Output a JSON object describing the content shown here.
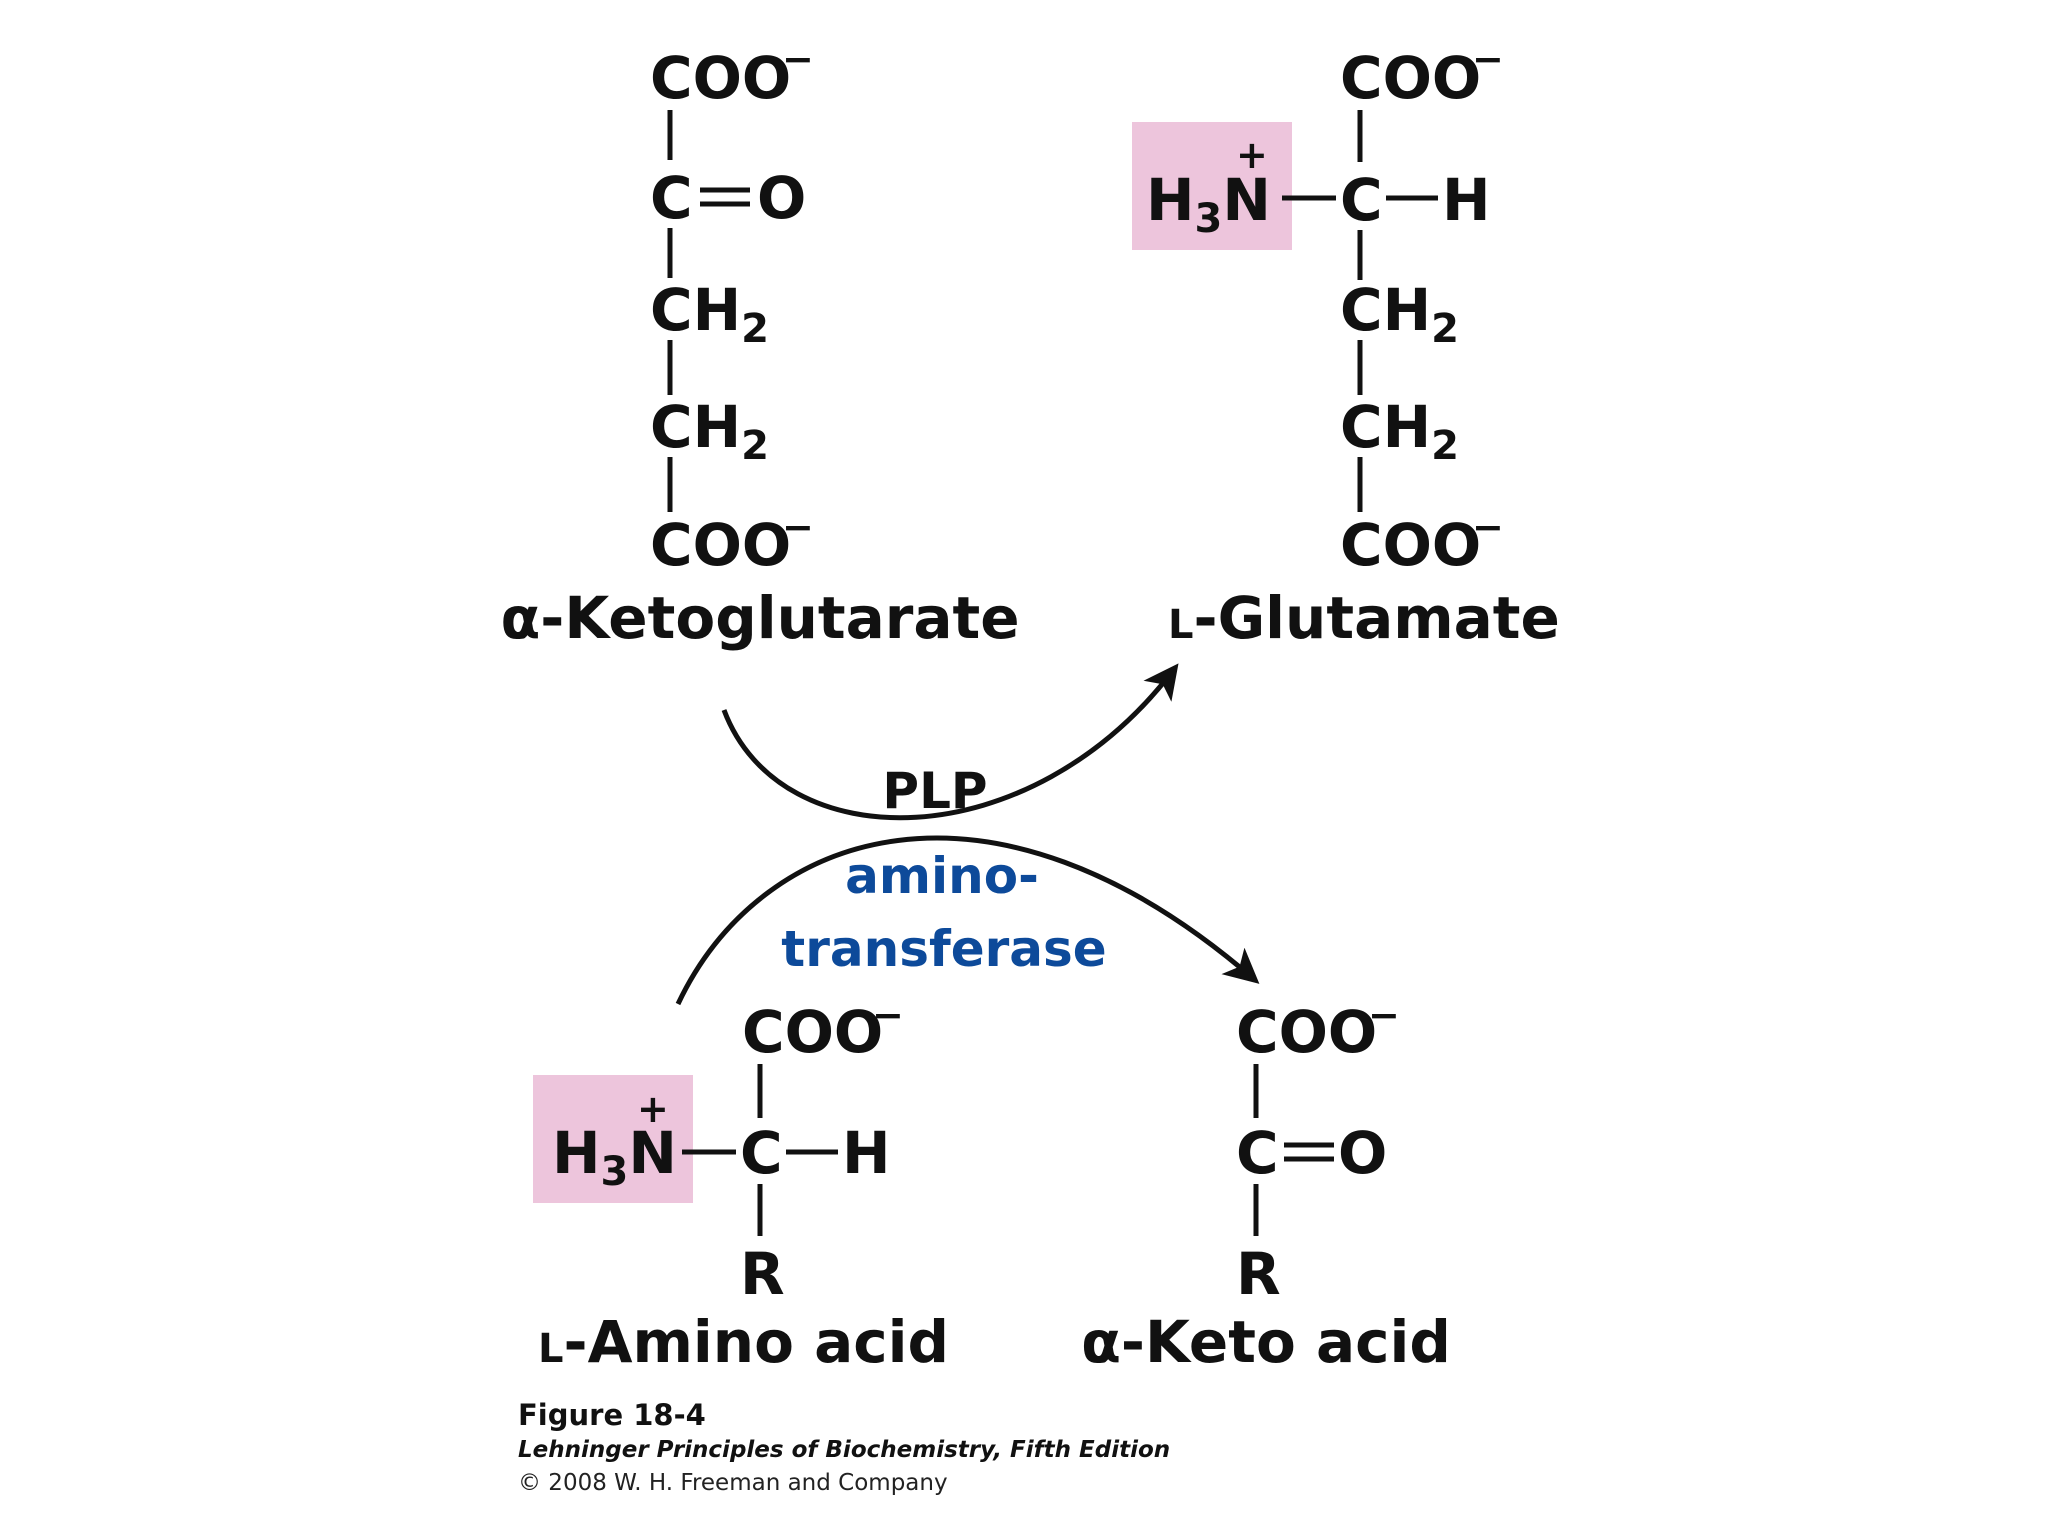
{
  "colors": {
    "highlight": "#edc5dc",
    "enzyme_text": "#0d4a9a",
    "text": "#111111"
  },
  "molecules": {
    "ketoglutarate": {
      "top": "COO",
      "carbonyl_c": "C",
      "carbonyl_o": "O",
      "ch2_a": "CH",
      "ch2_b": "CH",
      "bottom": "COO",
      "name": "α-Ketoglutarate"
    },
    "glutamate": {
      "top": "COO",
      "amine_h": "H",
      "amine_n": "N",
      "alpha_c": "C",
      "alpha_h": "H",
      "ch2_a": "CH",
      "ch2_b": "CH",
      "bottom": "COO",
      "name_prefix": "L",
      "name_rest": "-Glutamate"
    },
    "amino_acid": {
      "top": "COO",
      "amine_h": "H",
      "amine_n": "N",
      "alpha_c": "C",
      "alpha_h": "H",
      "r_group": "R",
      "name_prefix": "L",
      "name_rest": "-Amino  acid"
    },
    "keto_acid": {
      "top": "COO",
      "carbonyl_c": "C",
      "carbonyl_o": "O",
      "r_group": "R",
      "name": "α-Keto acid"
    }
  },
  "reaction": {
    "cofactor": "PLP",
    "enzyme_line1": "amino-",
    "enzyme_line2": "transferase"
  },
  "symbols": {
    "minus": "−",
    "plus": "+",
    "subscript_2": "2",
    "subscript_3": "3"
  },
  "caption": {
    "title": "Figure 18-4",
    "book": "Lehninger Principles of Biochemistry, Fifth Edition",
    "copyright": "© 2008 W. H. Freeman and Company"
  }
}
